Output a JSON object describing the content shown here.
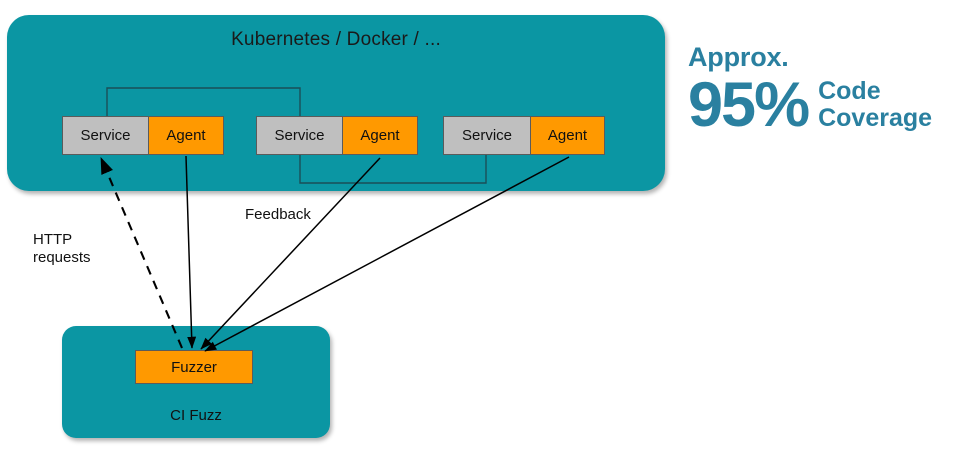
{
  "diagram": {
    "orchestrator": {
      "title": "Kubernetes / Docker / ...",
      "color": "#0b96a3",
      "pairs": [
        {
          "service_label": "Service",
          "agent_label": "Agent"
        },
        {
          "service_label": "Service",
          "agent_label": "Agent"
        },
        {
          "service_label": "Service",
          "agent_label": "Agent"
        }
      ]
    },
    "cifuzz": {
      "label": "CI Fuzz",
      "fuzzer_label": "Fuzzer",
      "color": "#0b96a3",
      "fuzzer_color": "#ff9900"
    },
    "labels": {
      "feedback": "Feedback",
      "http_requests": "HTTP\nrequests"
    }
  },
  "stat": {
    "approx_label": "Approx.",
    "value": "95%",
    "caption": "Code\nCoverage",
    "color": "#2a80a0"
  }
}
